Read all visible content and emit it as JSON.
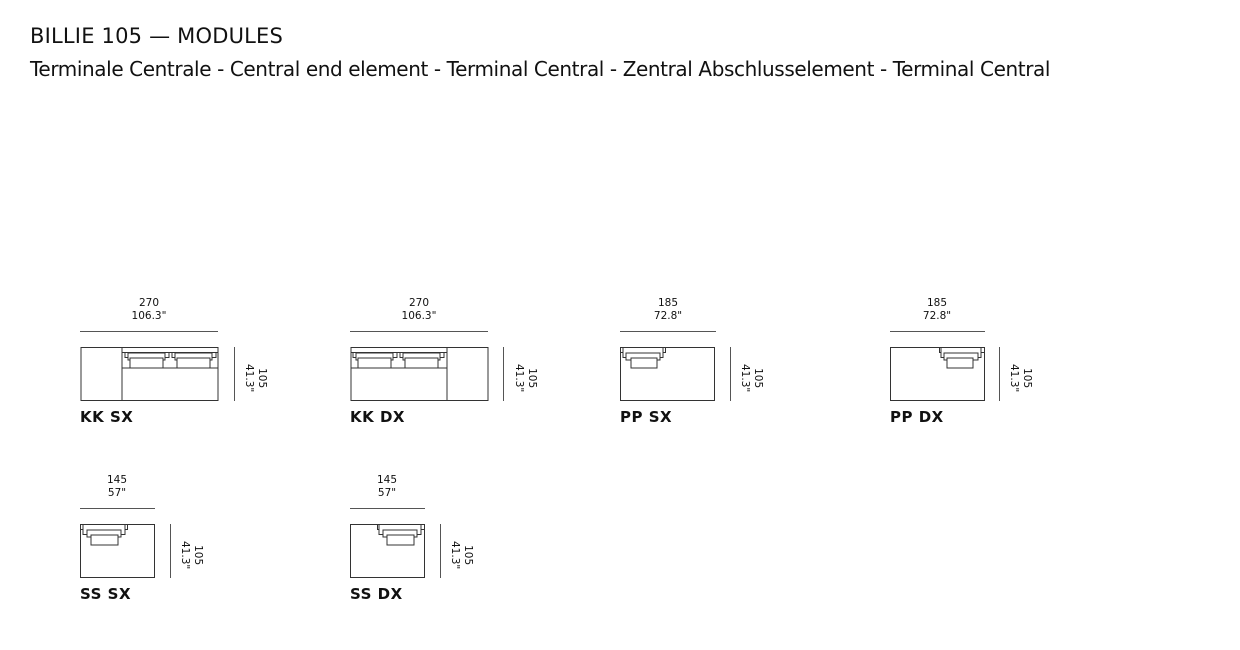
{
  "header": {
    "title": "BILLIE 105 — MODULES",
    "subtitle": "Terminale Centrale - Central end element - Terminal Central - Zentral Abschlusselement - Terminal Central"
  },
  "modules": [
    {
      "code": "KK SX",
      "width_cm": "270",
      "width_in": "106.3\"",
      "depth_cm": "105",
      "depth_in": "41.3\""
    },
    {
      "code": "KK DX",
      "width_cm": "270",
      "width_in": "106.3\"",
      "depth_cm": "105",
      "depth_in": "41.3\""
    },
    {
      "code": "PP SX",
      "width_cm": "185",
      "width_in": "72.8\"",
      "depth_cm": "105",
      "depth_in": "41.3\""
    },
    {
      "code": "PP DX",
      "width_cm": "185",
      "width_in": "72.8\"",
      "depth_cm": "105",
      "depth_in": "41.3\""
    },
    {
      "code": "SS SX",
      "width_cm": "145",
      "width_in": "57\"",
      "depth_cm": "105",
      "depth_in": "41.3\""
    },
    {
      "code": "SS DX",
      "width_cm": "145",
      "width_in": "57\"",
      "depth_cm": "105",
      "depth_in": "41.3\""
    }
  ]
}
